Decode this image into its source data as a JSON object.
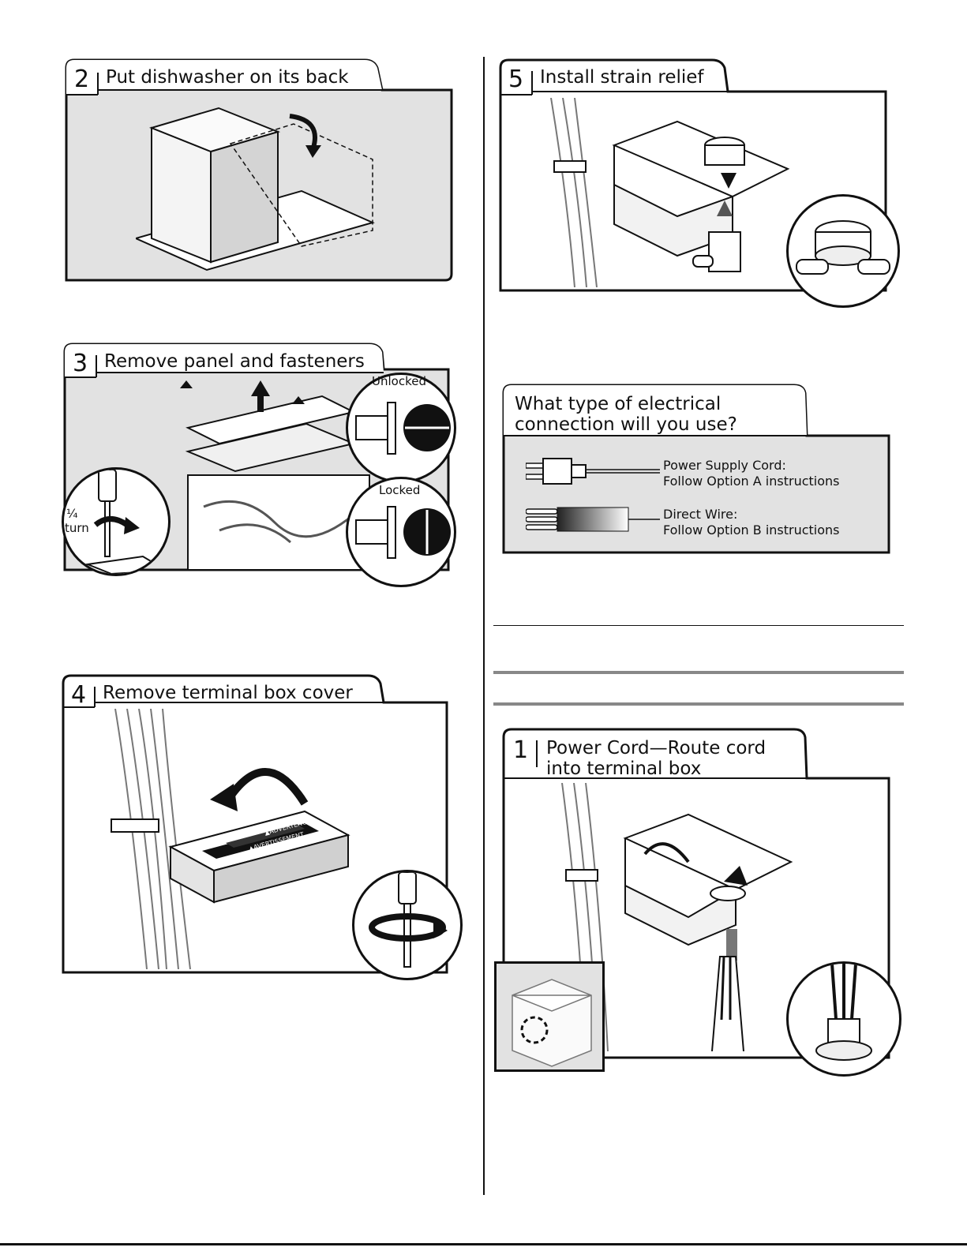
{
  "steps": {
    "step2": {
      "number": "2",
      "title": "Put dishwasher on its back"
    },
    "step3": {
      "number": "3",
      "title": "Remove panel and fasteners",
      "unlocked_label": "Unlocked",
      "locked_label": "Locked",
      "turn_fraction": "¼",
      "turn_word": "turn"
    },
    "step4": {
      "number": "4",
      "title": "Remove terminal box cover",
      "warning_label_1": "▲ADVERTENCIA",
      "warning_label_2": "▲AVERTISSEMENT"
    },
    "step5": {
      "number": "5",
      "title": "Install strain relief"
    },
    "step1": {
      "number": "1",
      "title_line1": "Power Cord—Route cord",
      "title_line2": "into terminal box"
    }
  },
  "electrical": {
    "question_line1": "What type of electrical",
    "question_line2": "connection will you use?",
    "option_a_line1": "Power Supply Cord:",
    "option_a_line2": "Follow Option A instructions",
    "option_b_line1": "Direct Wire:",
    "option_b_line2": "Follow Option B instructions"
  }
}
